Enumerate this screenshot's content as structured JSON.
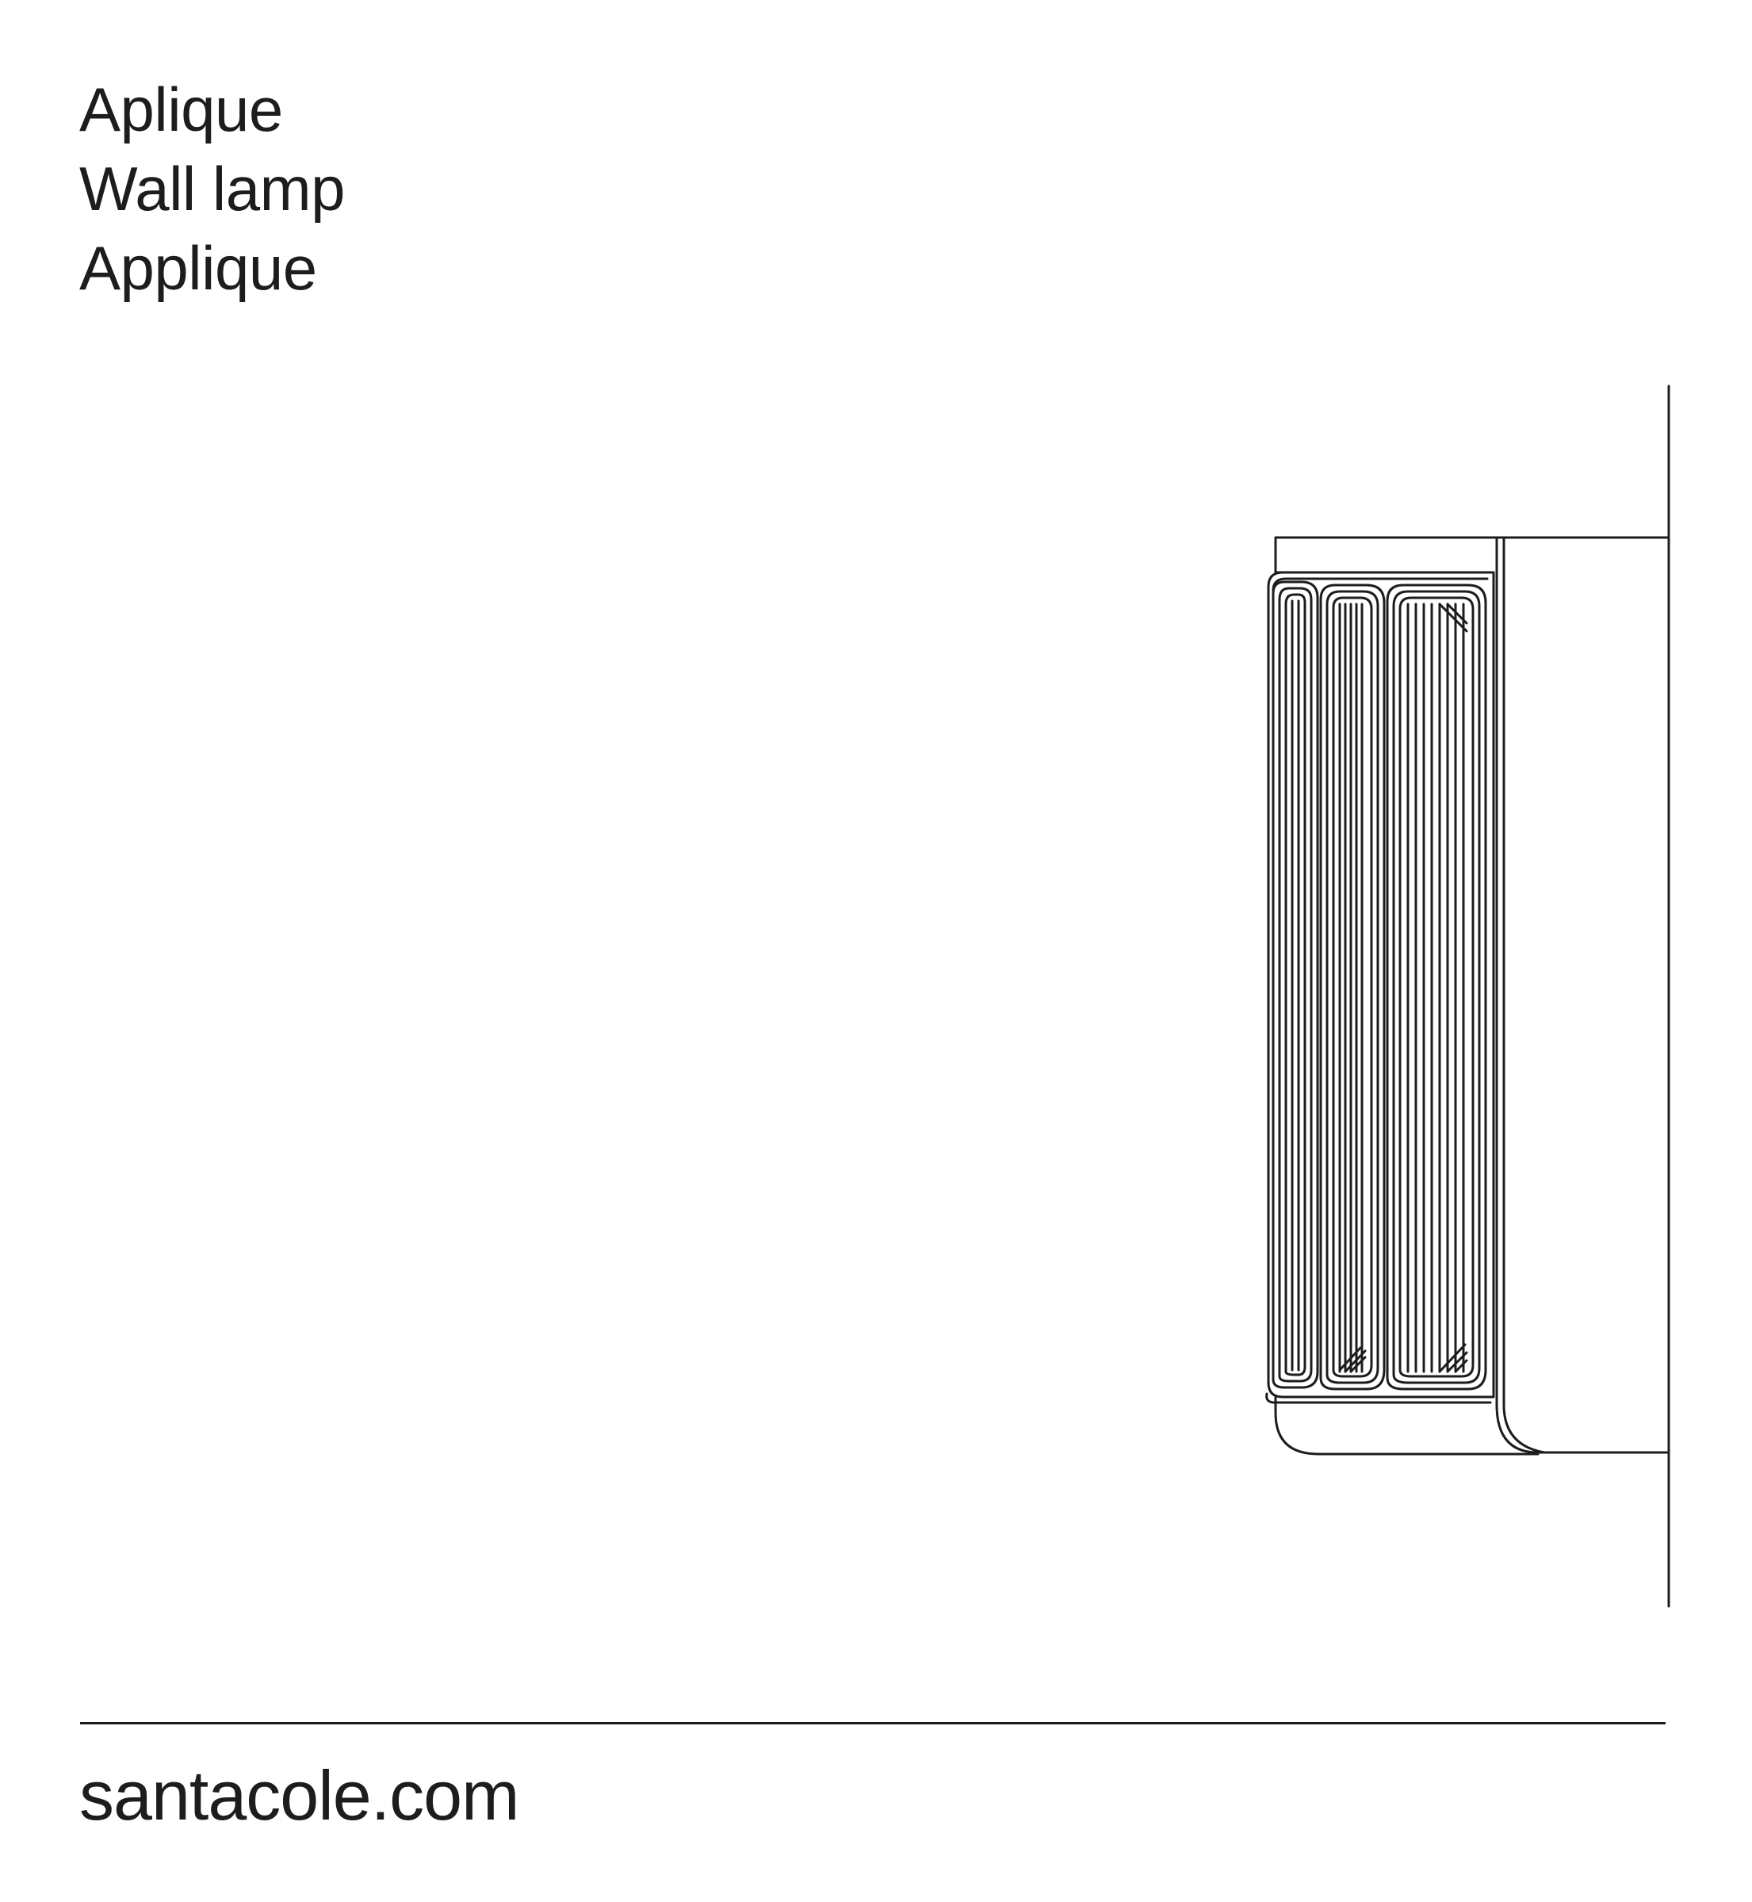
{
  "titles": [
    "Aplique",
    "Wall lamp",
    "Applique"
  ],
  "footer": {
    "website": "santacole.com"
  },
  "colors": {
    "ink": "#1d1d1b",
    "background": "#ffffff"
  }
}
